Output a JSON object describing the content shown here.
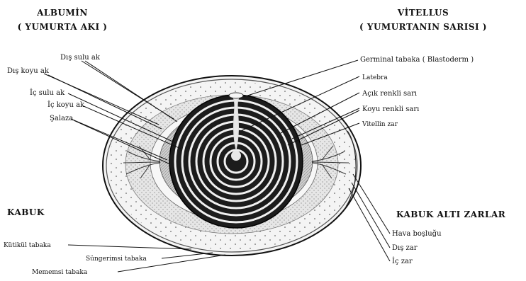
{
  "headings": {
    "albumin_line1": "ALBUMİN",
    "albumin_line2": "( YUMURTA AKI )",
    "vitellus_line1": "VİTELLUS",
    "vitellus_line2": "( YUMURTANIN SARISI )",
    "kabuk": "KABUK",
    "kabuk_alti": "KABUK ALTI ZARLAR"
  },
  "albumin_labels": {
    "dis_sulu_ak": "Dış sulu ak",
    "dis_koyu_ak": "Dış koyu ak",
    "ic_sulu_ak": "İç sulu ak",
    "ic_koyu_ak": "İç koyu ak",
    "salaza": "Şalaza"
  },
  "vitellus_labels": {
    "germinal": "Germinal tabaka ( Blastoderm )",
    "latebra": "Latebra",
    "acik_renkli_sari": "Açık renkli sarı",
    "koyu_renkli_sari": "Koyu renkli sarı",
    "vitellin_zar": "Vitellin zar"
  },
  "kabuk_labels": {
    "kutikul": "Kütikül tabaka",
    "sungerimsi": "Süngerimsi tabaka",
    "mememsi": "Mememsi tabaka"
  },
  "membrane_labels": {
    "hava_boslugu": "Hava boşluğu",
    "dis_zar": "Dış zar",
    "ic_zar": "İç zar"
  }
}
